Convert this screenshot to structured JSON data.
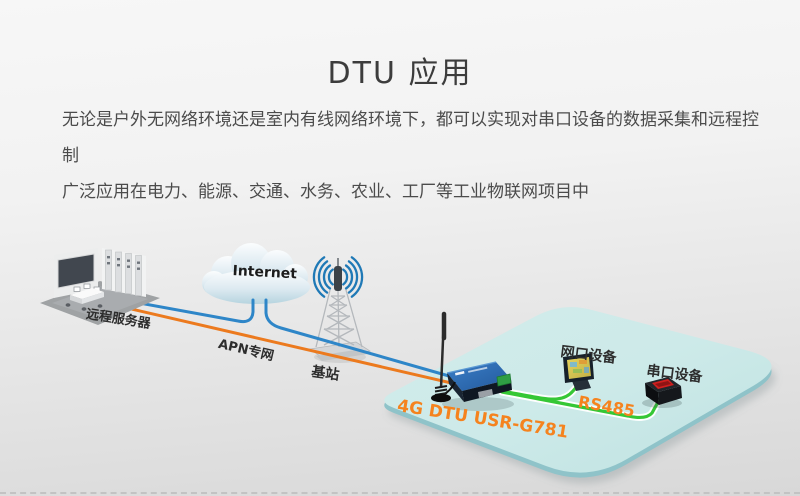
{
  "title": "DTU 应用",
  "description": [
    "无论是户外无网络环境还是室内有线网络环境下，都可以实现对串口设备的数据采集和远程控制",
    "广泛应用在电力、能源、交通、水务、农业、工厂等工业物联网项目中"
  ],
  "diagram": {
    "labels": {
      "remote_server": "远程服务器",
      "internet": "Internet",
      "apn_network": "APN专网",
      "base_station": "基站",
      "dtu_device": "4G DTU USR-G781",
      "ethernet_device": "网口设备",
      "serial_device": "串口设备",
      "bus": "RS485"
    },
    "colors": {
      "internet_link_blue": "#2e86c8",
      "apn_link_orange": "#ec7a1e",
      "rs485_link_green": "#35c735",
      "platform_teal": "#cdeae9",
      "accent_orange": "#f5831e",
      "text_dark": "#3c3c3c"
    }
  }
}
